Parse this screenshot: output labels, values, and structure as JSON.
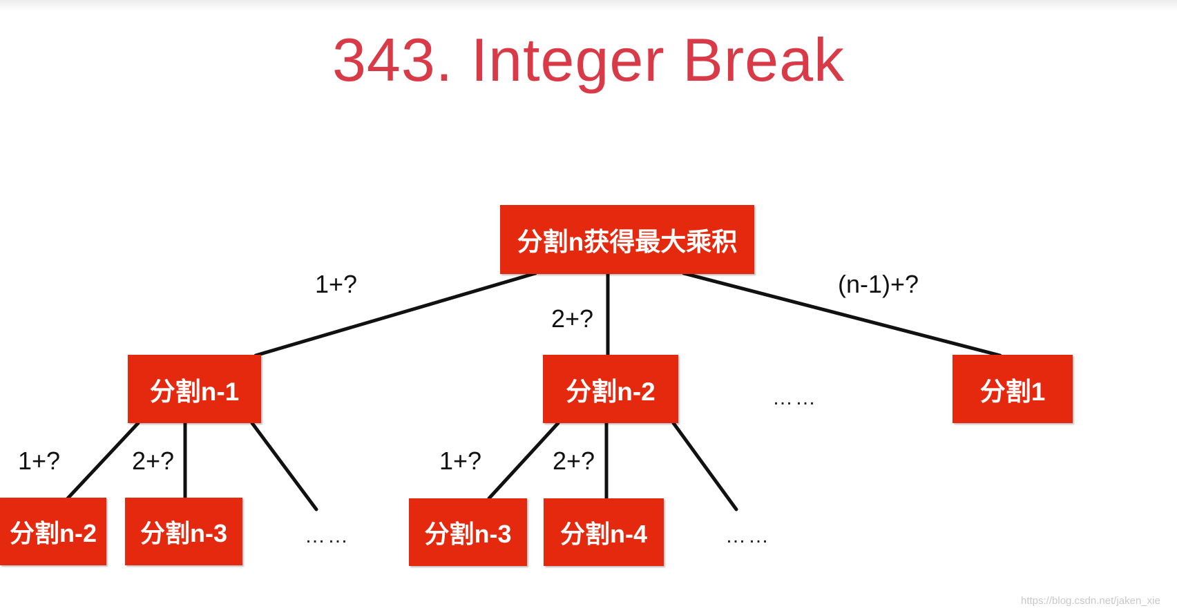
{
  "title": "343. Integer Break",
  "nodes": {
    "root": "分割n获得最大乘积",
    "l1_left": "分割n-1",
    "l1_mid": "分割n-2",
    "l1_right": "分割1",
    "l2_a": "分割n-2",
    "l2_b": "分割n-3",
    "l2_c": "分割n-3",
    "l2_d": "分割n-4"
  },
  "edge_labels": {
    "root_left": "1+?",
    "root_mid": "2+?",
    "root_right": "(n-1)+?",
    "left_a": "1+?",
    "left_b": "2+?",
    "mid_c": "1+?",
    "mid_d": "2+?"
  },
  "ellipses": {
    "level1": "……",
    "left_children": "……",
    "mid_children": "……"
  },
  "watermark": "https://blog.csdn.net/jaken_xie",
  "colors": {
    "title": "#d93a48",
    "node_fill": "#e5290f",
    "node_text": "#ffffff",
    "edge": "#111111"
  }
}
